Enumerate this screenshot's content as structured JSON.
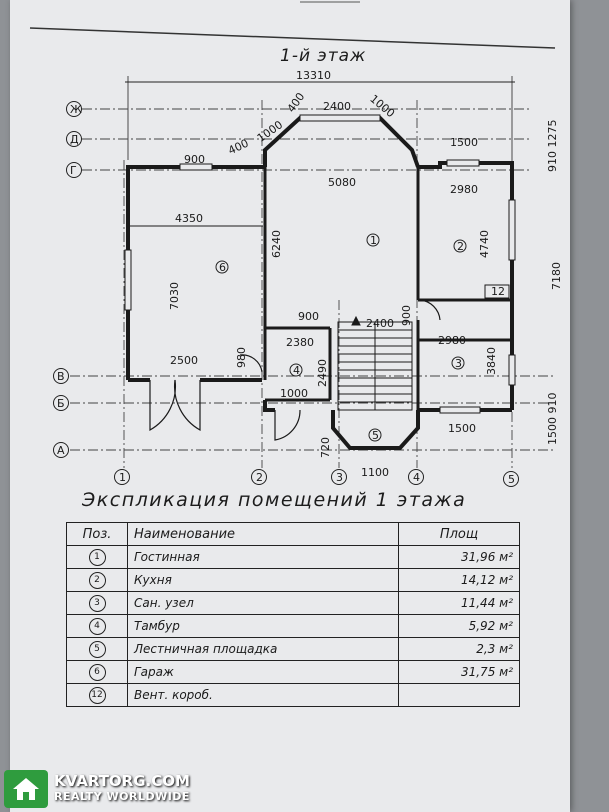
{
  "floor_title": "1-й этаж",
  "explication_title": "Экспликация помещений 1 этажа",
  "dimensions": {
    "overall_width": "13310",
    "d2400_top": "2400",
    "d1000_top": "1000",
    "d400a": "400",
    "d400b": "400",
    "d1000_bay": "1000",
    "d1500_top": "1500",
    "d900_top": "900",
    "d5080": "5080",
    "d2980_top": "2980",
    "d4350": "4350",
    "d6240": "6240",
    "d4740": "4740",
    "d7030": "7030",
    "d900_mid": "900",
    "d2400_mid": "2400",
    "d900_vert": "900",
    "d2380": "2380",
    "d2980_mid": "2980",
    "d2500": "2500",
    "d980": "980",
    "d2490": "2490",
    "d3840": "3840",
    "d1000_bot": "1000",
    "d720": "720",
    "d1500_bot": "1500",
    "d1100": "1100",
    "right_910_1275": "910 1275",
    "right_7180": "7180",
    "right_1500_910": "1500 910"
  },
  "axes_letters": [
    "Ж",
    "Д",
    "Г",
    "В",
    "Б",
    "А"
  ],
  "axes_numbers": [
    "1",
    "2",
    "3",
    "4",
    "5"
  ],
  "room_markers": [
    "1",
    "2",
    "3",
    "4",
    "5",
    "6",
    "12"
  ],
  "table": {
    "headers": {
      "pos": "Поз.",
      "name": "Наименование",
      "area": "Площ"
    },
    "rows": [
      {
        "pos": "1",
        "name": "Гостинная",
        "area": "31,96 м²"
      },
      {
        "pos": "2",
        "name": "Кухня",
        "area": "14,12 м²"
      },
      {
        "pos": "3",
        "name": "Сан. узел",
        "area": "11,44 м²"
      },
      {
        "pos": "4",
        "name": "Тамбур",
        "area": "5,92 м²"
      },
      {
        "pos": "5",
        "name": "Лестничная площадка",
        "area": "2,3 м²"
      },
      {
        "pos": "6",
        "name": "Гараж",
        "area": "31,75 м²"
      },
      {
        "pos": "12",
        "name": "Вент. короб.",
        "area": ""
      }
    ]
  },
  "watermark": {
    "line1": "KVARTORG.COM",
    "line2": "REALTY WORLDWIDE"
  }
}
